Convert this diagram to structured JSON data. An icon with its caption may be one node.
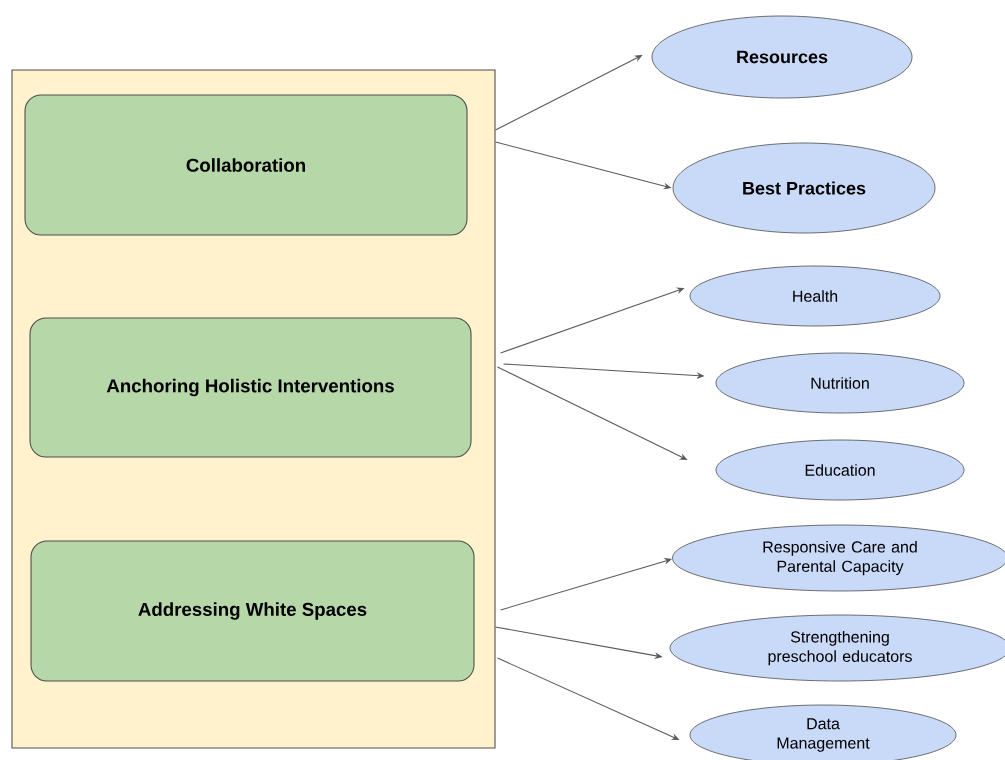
{
  "diagram": {
    "nodes": [
      {
        "text": [],
        "shape": "box"
      },
      {
        "text": [
          "Collaboration"
        ],
        "in": 0
      },
      {
        "text": [
          "Anchoring Holistic Interventions"
        ],
        "in": 0
      },
      {
        "text": [
          "Addressing White Spaces"
        ],
        "in": 0
      },
      {
        "text": [
          "Resources"
        ]
      },
      {
        "text": [
          "Best Practices"
        ]
      },
      {
        "text": [
          "Health"
        ]
      },
      {
        "text": [
          "Nutrition"
        ]
      },
      {
        "text": [
          "Education"
        ]
      },
      {
        "text": [
          "Responsive Care and Parental Capacity"
        ]
      },
      {
        "text": [
          "Strengthening preschool educators"
        ]
      },
      {
        "text": [
          "Data Management"
        ]
      }
    ],
    "edges": [
      {
        "from": 1,
        "to": 4,
        "arrow": "to"
      },
      {
        "from": 1,
        "to": 5,
        "arrow": "to"
      },
      {
        "from": 2,
        "to": 6,
        "arrow": "to"
      },
      {
        "from": 2,
        "to": 7,
        "arrow": "to"
      },
      {
        "from": 2,
        "to": 8,
        "arrow": "to"
      },
      {
        "from": 3,
        "to": 9,
        "arrow": "to"
      },
      {
        "from": 3,
        "to": 10,
        "arrow": "to"
      },
      {
        "from": 3,
        "to": 11,
        "arrow": "to"
      }
    ]
  }
}
